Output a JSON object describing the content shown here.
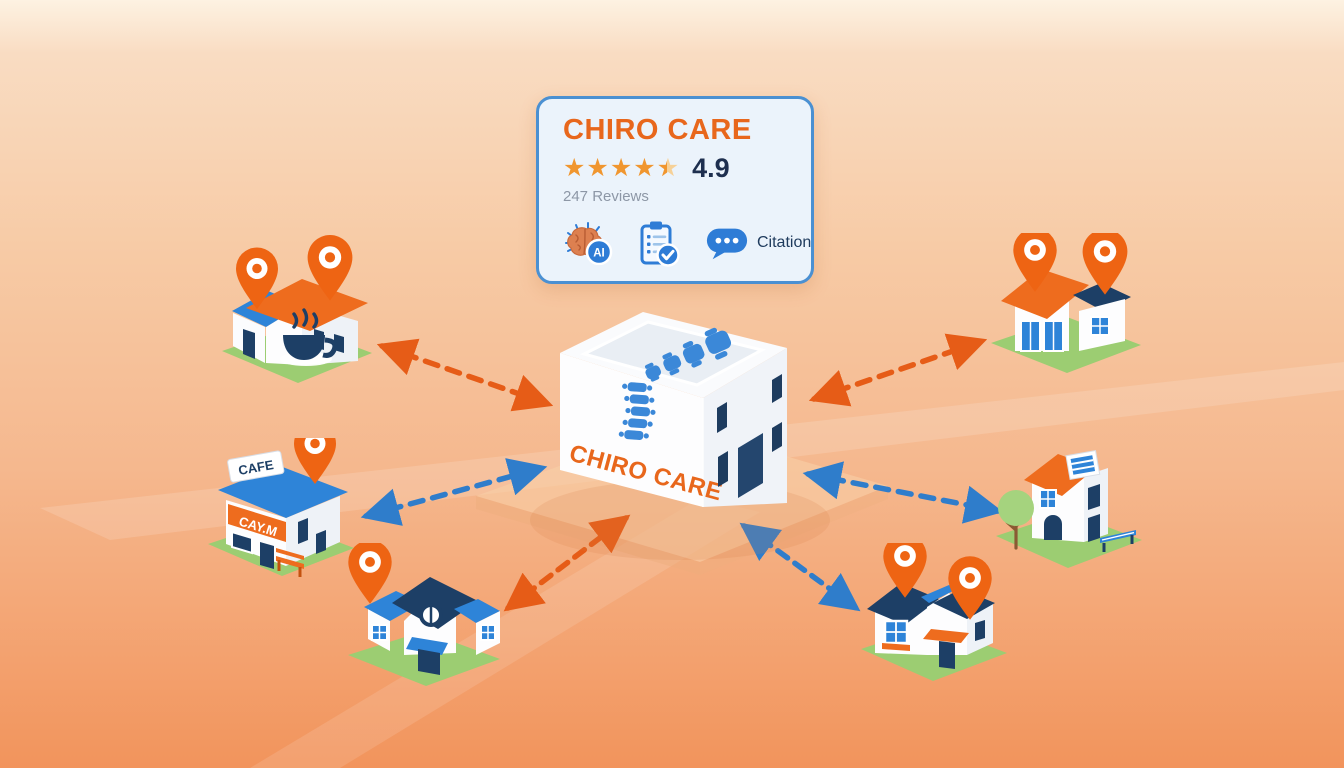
{
  "review_card": {
    "title": "CHIRO CARE",
    "rating_value": "4.9",
    "rating_stars": "4.5 of 5",
    "reviews_label": "247 Reviews",
    "star_glyph": "★",
    "ai_badge_label": "AI",
    "citation_label": "Citation"
  },
  "center_building": {
    "name": "CHIRO CARE",
    "logo": "spine-icon"
  },
  "neighborhood": {
    "cafe_sign": "CAFE",
    "cafe_awning": "CAY.M",
    "houses": [
      {
        "id": "house-top-left",
        "pins": 2,
        "link_color": "orange"
      },
      {
        "id": "cafe-middle-left",
        "pins": 1,
        "link_color": "blue"
      },
      {
        "id": "house-bottom-left",
        "pins": 1,
        "link_color": "orange"
      },
      {
        "id": "house-top-right",
        "pins": 2,
        "link_color": "orange"
      },
      {
        "id": "house-middle-right",
        "pins": 0,
        "link_color": "blue"
      },
      {
        "id": "house-bottom-right",
        "pins": 2,
        "link_color": "blue"
      }
    ]
  },
  "colors": {
    "accent_orange": "#e8671c",
    "arrow_orange": "#e65c17",
    "arrow_blue": "#2f7dcb",
    "brand_blue": "#2e84d8",
    "navy": "#1d3f66",
    "grass_green": "#9ccd72",
    "pin_orange": "#ee6413",
    "card_border": "#4a90d2",
    "card_bg": "#ebf3fb"
  }
}
